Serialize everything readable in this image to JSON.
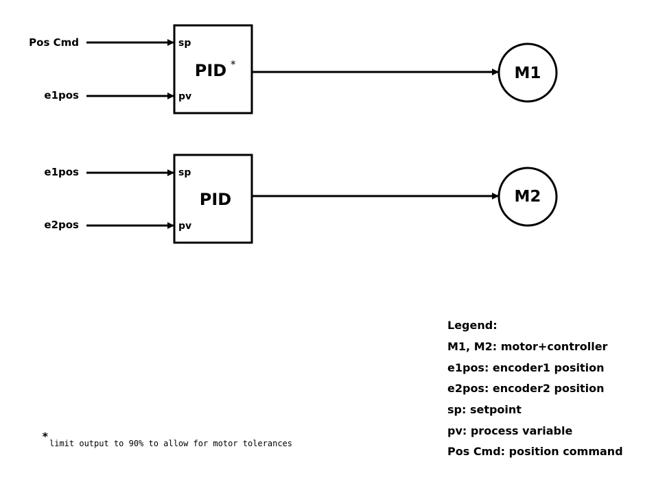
{
  "controllers": [
    {
      "label": "PID",
      "marker": "*",
      "ports": {
        "top": "sp",
        "bottom": "pv"
      },
      "inputs": {
        "sp": "Pos Cmd",
        "pv": "e1pos"
      },
      "motor": "M1"
    },
    {
      "label": "PID",
      "marker": "",
      "ports": {
        "top": "sp",
        "bottom": "pv"
      },
      "inputs": {
        "sp": "e1pos",
        "pv": "e2pos"
      },
      "motor": "M2"
    }
  ],
  "footnote": {
    "marker": "*",
    "text": "limit output to 90% to allow for motor tolerances"
  },
  "legend": {
    "title": "Legend:",
    "items": [
      "M1, M2: motor+controller",
      "e1pos: encoder1 position",
      "e2pos: encoder2 position",
      "sp: setpoint",
      "pv: process variable",
      "Pos Cmd: position command"
    ]
  },
  "colors": {
    "ink": "#000000",
    "background": "#ffffff"
  }
}
